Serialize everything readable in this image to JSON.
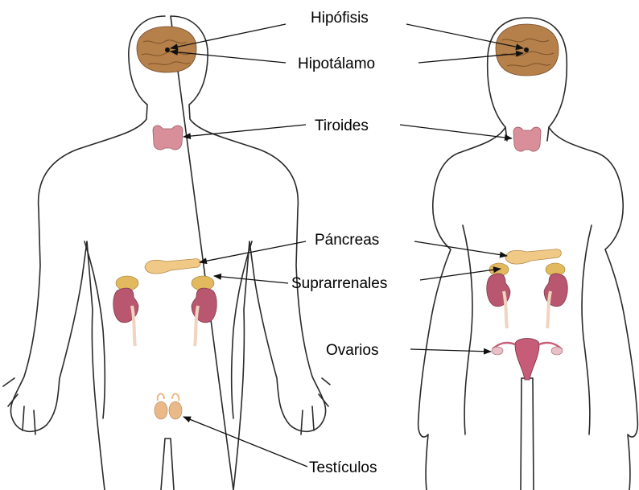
{
  "labels": {
    "pituitary": "Hipófisis",
    "hypothalamus": "Hipotálamo",
    "thyroid": "Tiroides",
    "pancreas": "Páncreas",
    "adrenals": "Suprarrenales",
    "ovaries": "Ovarios",
    "testicles": "Testículos"
  },
  "colors": {
    "brain": "#b5804a",
    "thyroid": "#d98f99",
    "pancreas": "#efc985",
    "adrenal": "#e2b95e",
    "kidney": "#b8576f",
    "ureter": "#f0d4bf",
    "uterus": "#c65c78",
    "testicle": "#e9b988",
    "outline": "#2a2a2a"
  }
}
